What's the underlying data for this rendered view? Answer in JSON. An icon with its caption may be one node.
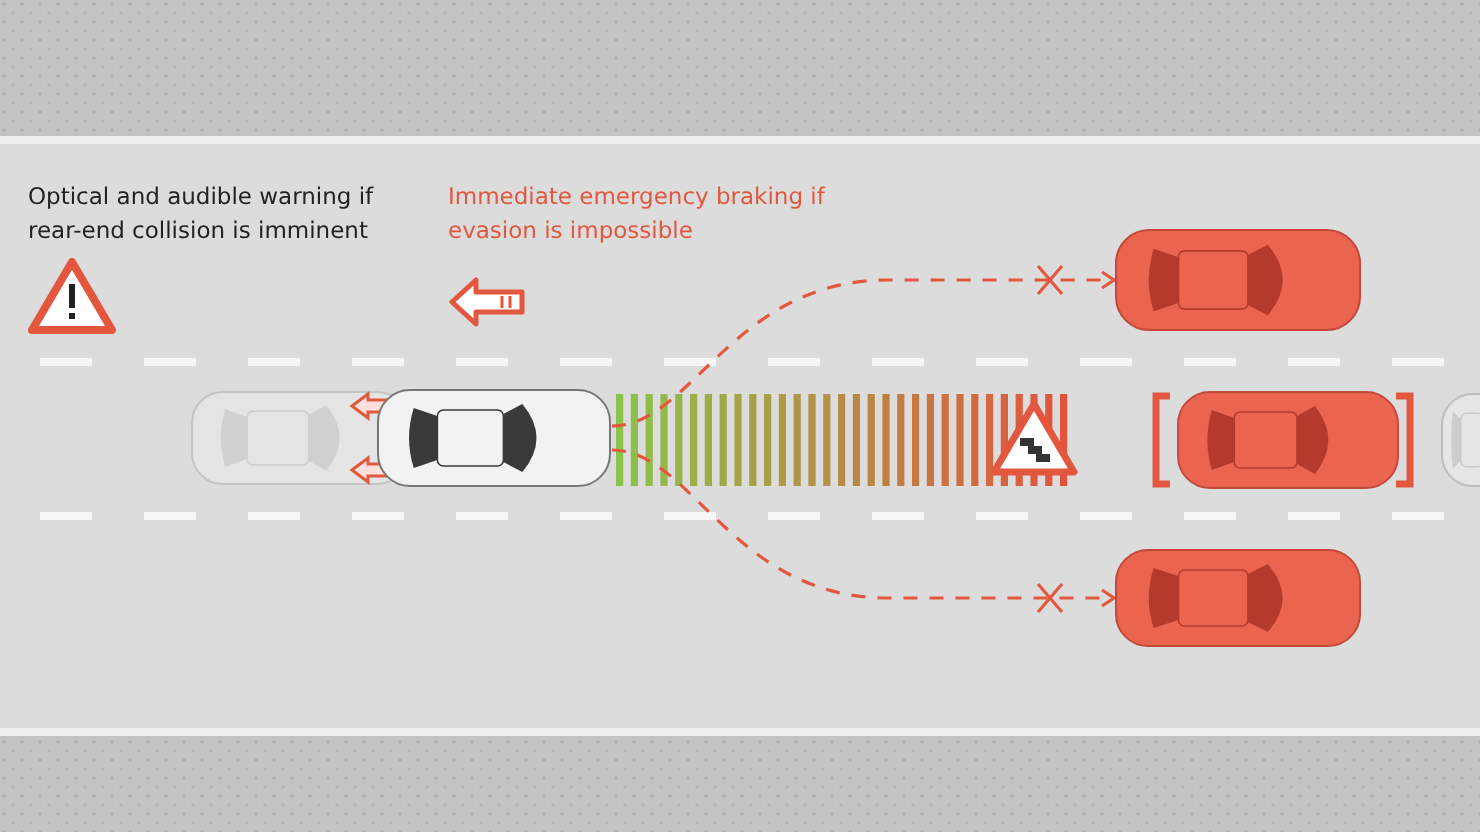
{
  "diagram": {
    "nodes": [
      {
        "text": [],
        "shape": "picture"
      },
      {
        "text": [],
        "shape": "picture"
      },
      {
        "text": [],
        "shape": "picture"
      },
      {
        "text": [],
        "shape": "picture"
      }
    ],
    "edges": [
      {
        "from": 0,
        "to": 1,
        "arrow": "to",
        "style": "dashed"
      },
      {
        "from": 0,
        "to": 3,
        "arrow": "to",
        "style": "dashed"
      }
    ],
    "labels": [
      "Optical and audible warning if rear-end collision is imminent",
      "Immediate emergency braking if evasion is impossible"
    ]
  }
}
